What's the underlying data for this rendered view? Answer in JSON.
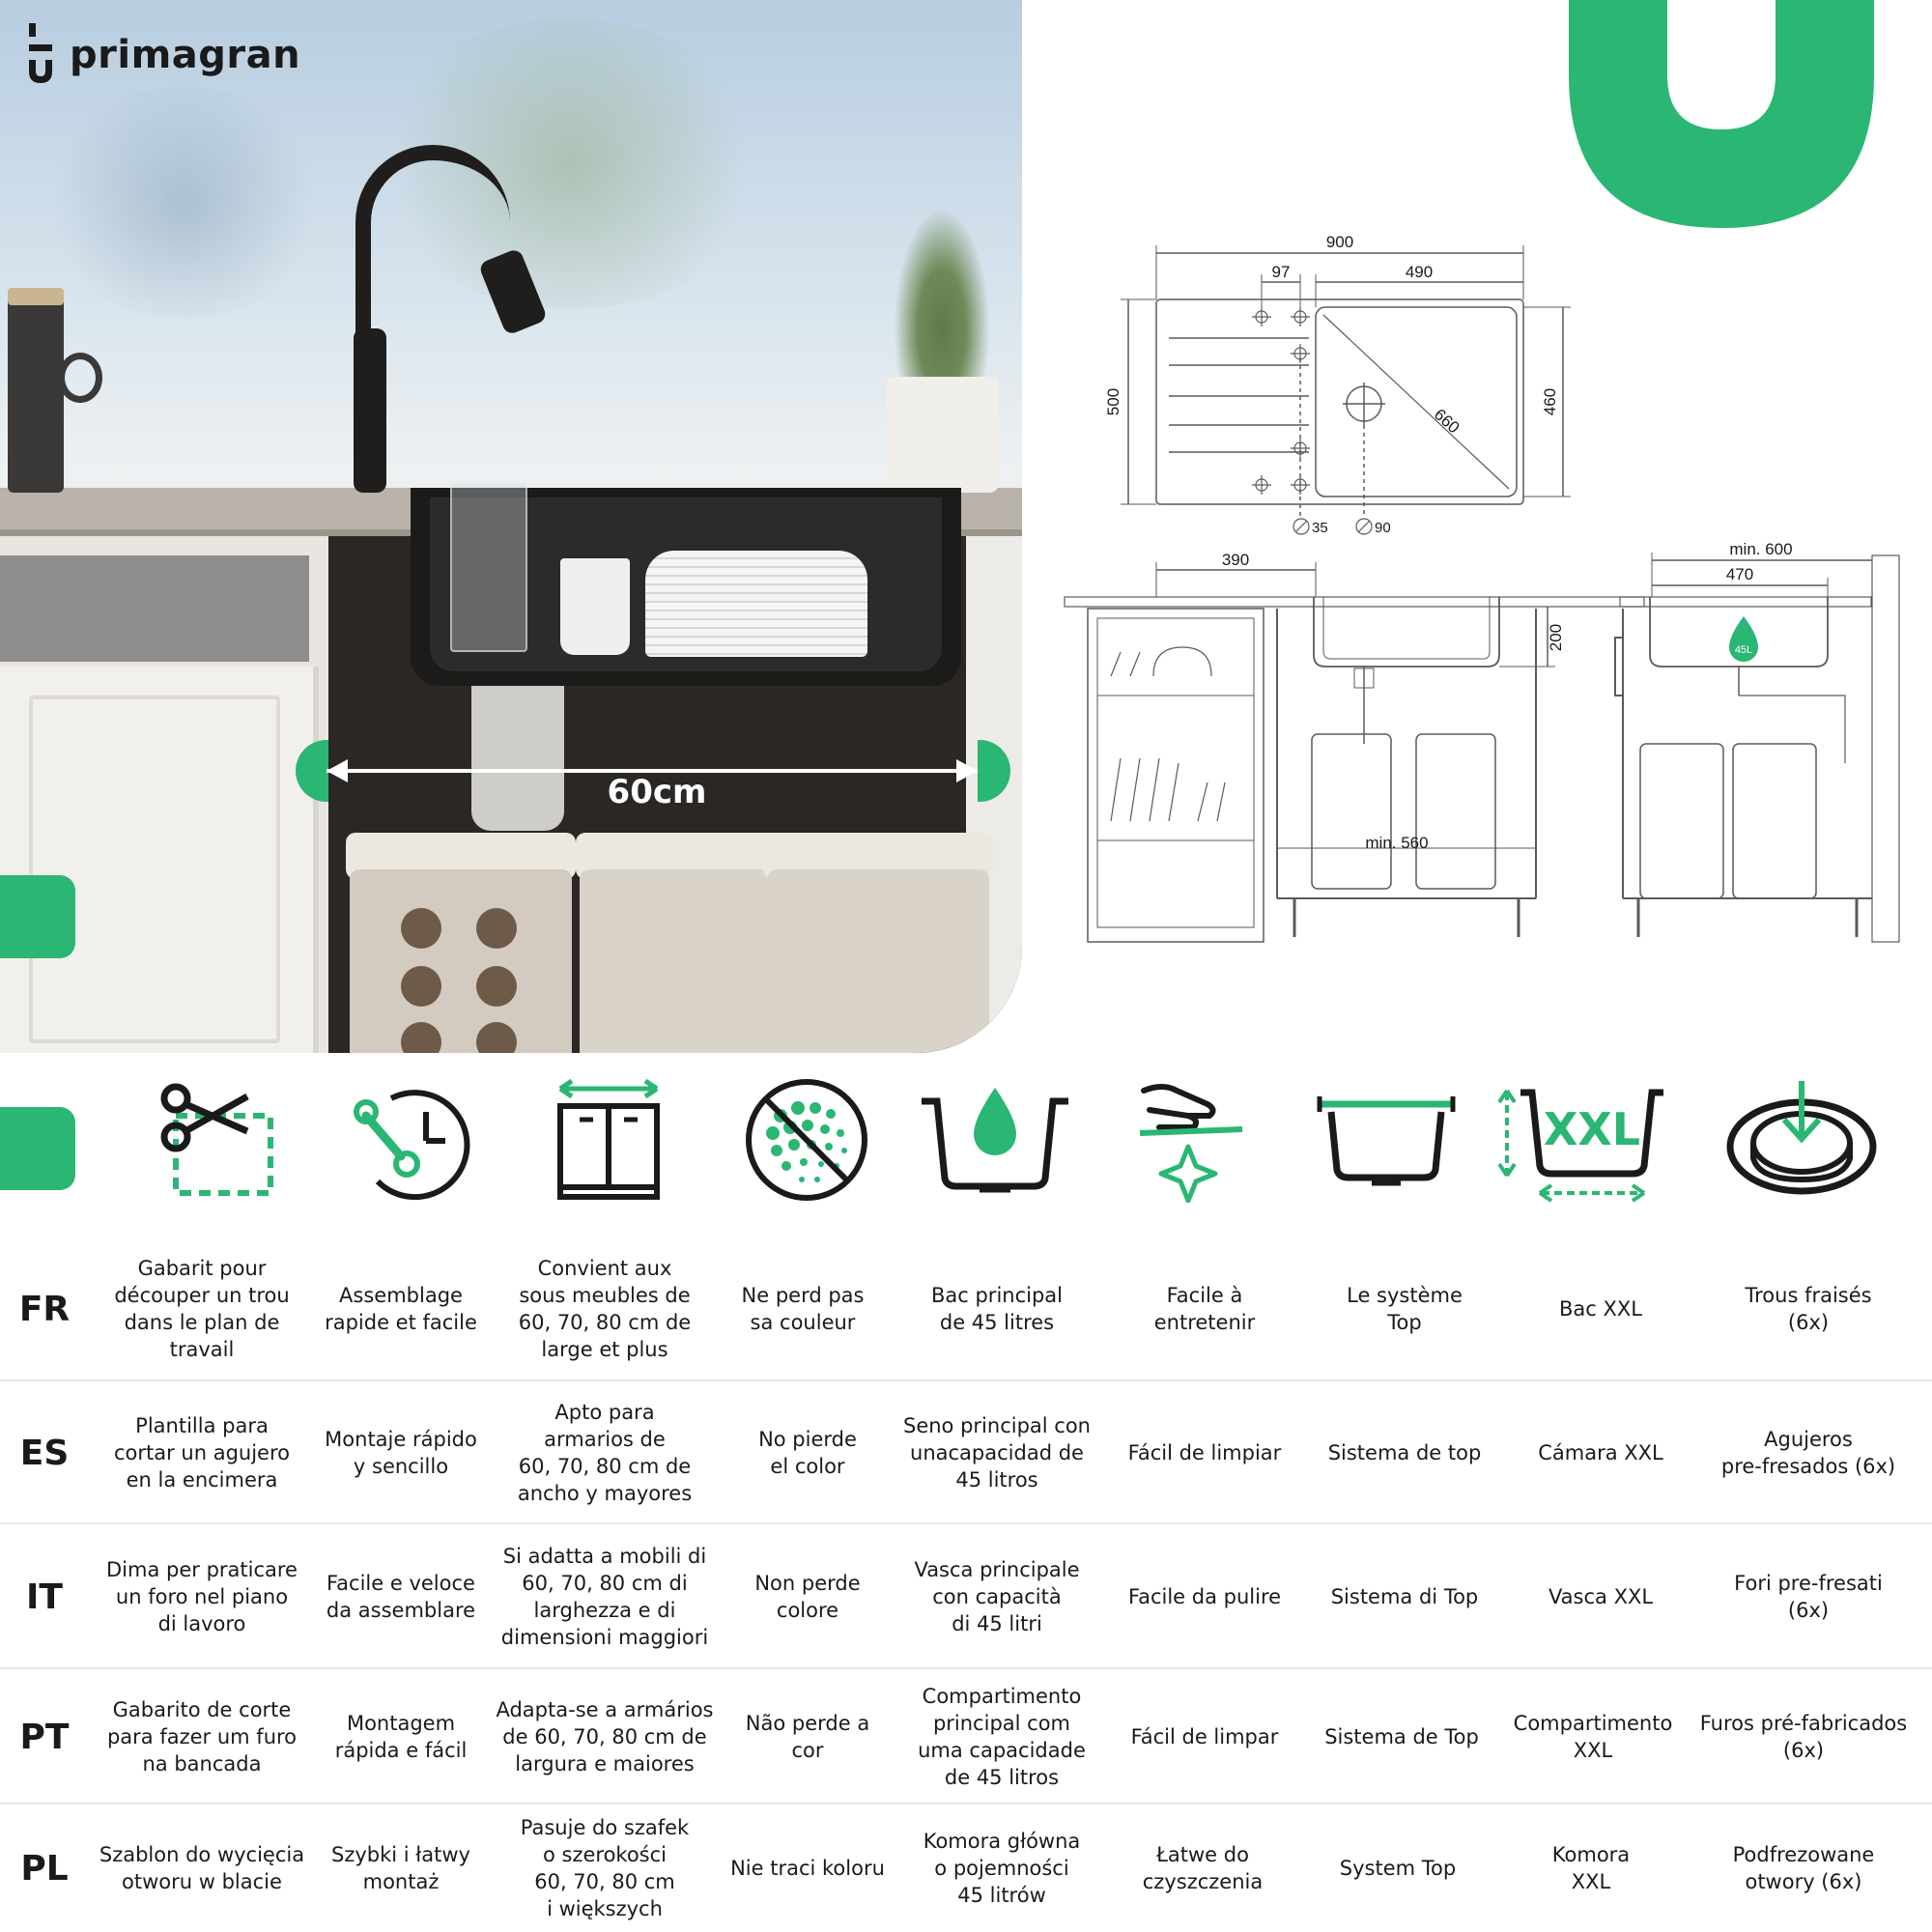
{
  "brand": {
    "name": "primagran",
    "accent_color": "#2ab673",
    "logo_icon": "primagran-logo-icon"
  },
  "photo": {
    "width_label": "60cm"
  },
  "drawings": {
    "top_view": {
      "overall_width": "900",
      "drainer_offset": "97",
      "bowl_width": "490",
      "overall_depth": "500",
      "bowl_depth": "460",
      "diagonal": "660",
      "tap_hole": "35",
      "drain_hole": "90"
    },
    "front_section": {
      "drainer_width": "390",
      "bowl_height": "200",
      "min_cabinet": "min. 560"
    },
    "side_section": {
      "min_cabinet": "min. 600",
      "bowl_width": "470",
      "capacity": "45L"
    }
  },
  "icons": [
    {
      "name": "cutting-template-icon"
    },
    {
      "name": "quick-assembly-icon"
    },
    {
      "name": "cabinet-width-icon"
    },
    {
      "name": "no-color-fade-icon"
    },
    {
      "name": "main-bowl-45l-icon"
    },
    {
      "name": "easy-clean-icon"
    },
    {
      "name": "top-system-icon"
    },
    {
      "name": "xxl-bowl-icon"
    },
    {
      "name": "pre-drilled-holes-icon"
    }
  ],
  "rows": [
    {
      "lang": "FR",
      "cells": [
        "Gabarit pour\ndécouper un trou\ndans le plan de\ntravail",
        "Assemblage\nrapide et facile",
        "Convient aux\nsous  meubles de\n60, 70, 80 cm  de\nlarge et plus",
        "Ne perd pas\nsa couleur",
        "Bac principal\nde 45 litres",
        "Facile à\nentretenir",
        "Le système\nTop",
        "Bac XXL",
        "Trous fraisés\n(6x)"
      ]
    },
    {
      "lang": "ES",
      "cells": [
        "Plantilla para\ncortar un agujero\nen la encimera",
        "Montaje rápido\ny sencillo",
        "Apto para\narmarios  de\n60, 70, 80 cm  de\nancho y mayores",
        "No pierde\nel color",
        "Seno principal con\nunacapacidad de\n45 litros",
        "Fácil de limpiar",
        "Sistema de top",
        "Cámara XXL",
        "Agujeros\npre-fresados (6x)"
      ]
    },
    {
      "lang": "IT",
      "cells": [
        "Dima per praticare\nun foro nel piano\ndi lavoro",
        "Facile e veloce\nda assemblare",
        "Si adatta a mobili di\n60, 70, 80 cm di\nlarghezza e di\ndimensioni maggiori",
        "Non perde\ncolore",
        "Vasca principale\ncon capacità\ndi 45 litri",
        "Facile da pulire",
        "Sistema di Top",
        "Vasca XXL",
        "Fori pre-fresati\n(6x)"
      ]
    },
    {
      "lang": "PT",
      "cells": [
        "Gabarito de corte\npara fazer um furo\nna bancada",
        "Montagem\nrápida e fácil",
        "Adapta-se a armários\nde 60, 70, 80 cm de\nlargura e maiores",
        "Não perde a cor",
        "Compartimento\nprincipal com\numa capacidade\nde 45 litros",
        "Fácil de limpar",
        "Sistema de Top",
        "Compartimento\nXXL",
        "Furos pré-fabricados\n(6x)"
      ]
    },
    {
      "lang": "PL",
      "cells": [
        "Szablon do wycięcia\notworu w blacie",
        "Szybki i łatwy\nmontaż",
        "Pasuje do szafek\no szerokości\n60, 70, 80 cm\ni większych",
        "Nie traci koloru",
        "Komora główna\no pojemności\n45 litrów",
        "Łatwe do\nczyszczenia",
        "System Top",
        "Komora\nXXL",
        "Podfrezowane\notwory (6x)"
      ]
    }
  ]
}
